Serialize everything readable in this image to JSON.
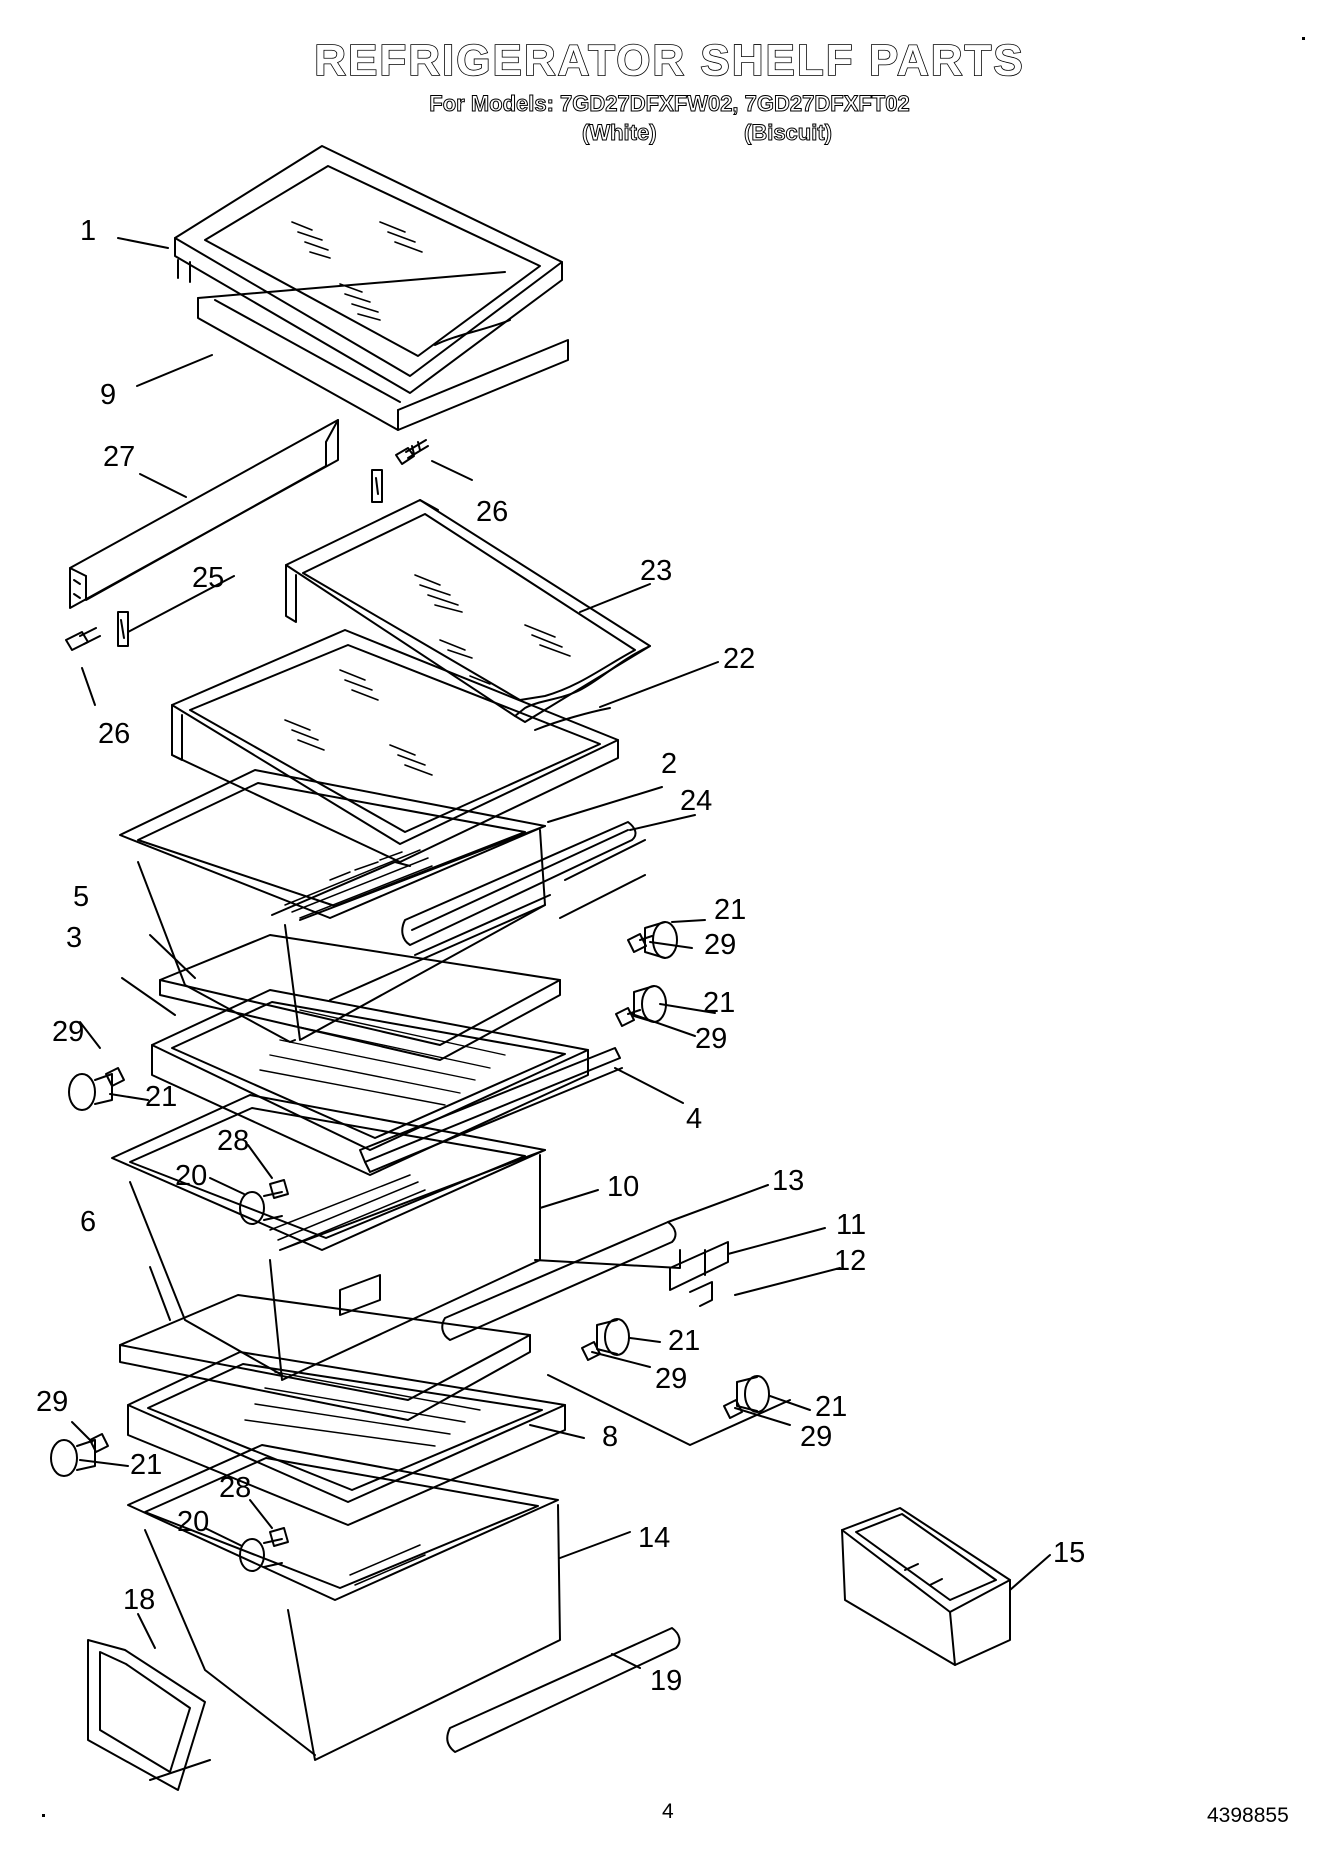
{
  "header": {
    "title": "REFRIGERATOR SHELF PARTS",
    "models_line": "For Models: 7GD27DFXFW02, 7GD27DFXFT02",
    "color_white": "(White)",
    "color_biscuit": "(Biscuit)"
  },
  "callouts": [
    "1",
    "9",
    "27",
    "26",
    "25",
    "23",
    "26",
    "22",
    "2",
    "24",
    "5",
    "21",
    "3",
    "29",
    "21",
    "29",
    "29",
    "21",
    "4",
    "28",
    "20",
    "10",
    "13",
    "11",
    "6",
    "12",
    "21",
    "29",
    "21",
    "29",
    "29",
    "8",
    "21",
    "28",
    "14",
    "15",
    "20",
    "18",
    "19"
  ],
  "footer": {
    "page_number": "4",
    "doc_number": "4398855"
  },
  "colors": {
    "line": "#000000",
    "background": "#ffffff"
  }
}
